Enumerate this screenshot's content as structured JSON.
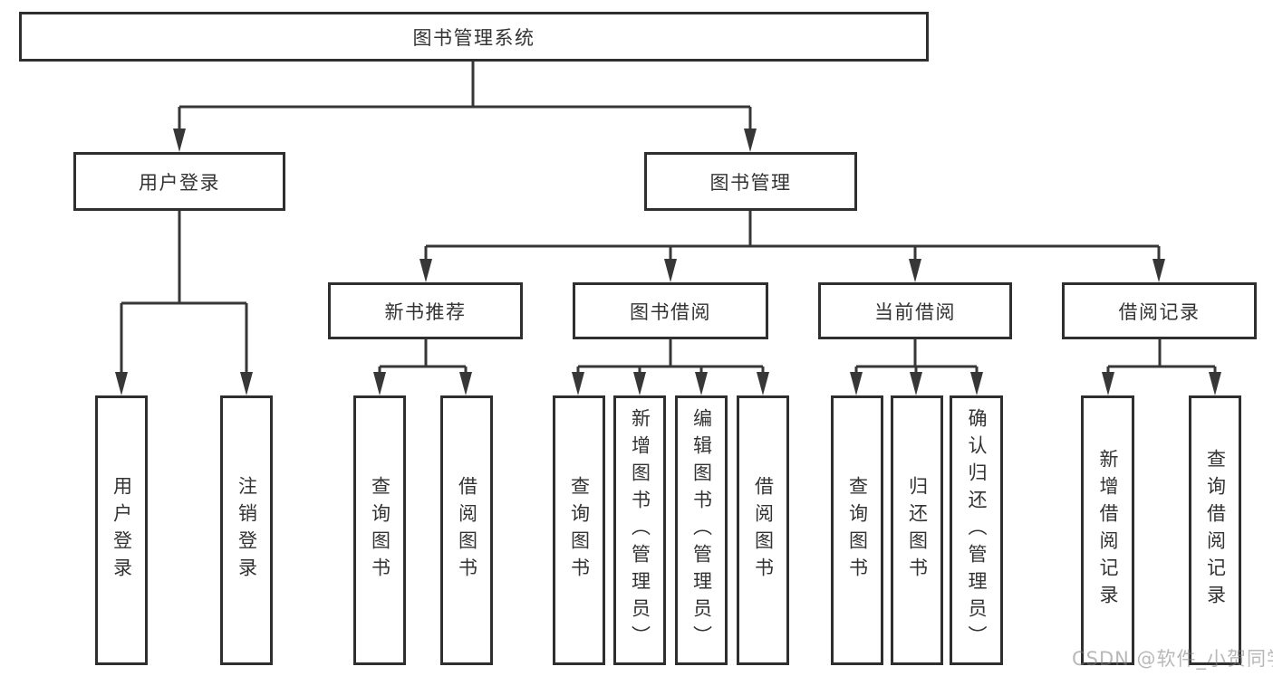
{
  "tree": {
    "root": "图书管理系统",
    "branches": [
      {
        "label": "用户登录",
        "children": [
          {
            "label": "用户登录"
          },
          {
            "label": "注销登录"
          }
        ]
      },
      {
        "label": "图书管理",
        "children": [
          {
            "label": "新书推荐",
            "children": [
              {
                "label": "查询图书"
              },
              {
                "label": "借阅图书"
              }
            ]
          },
          {
            "label": "图书借阅",
            "children": [
              {
                "label": "查询图书"
              },
              {
                "label": "新增图书（管理员）"
              },
              {
                "label": "编辑图书（管理员）"
              },
              {
                "label": "借阅图书"
              }
            ]
          },
          {
            "label": "当前借阅",
            "children": [
              {
                "label": "查询图书"
              },
              {
                "label": "归还图书"
              },
              {
                "label": "确认归还（管理员）"
              }
            ]
          },
          {
            "label": "借阅记录",
            "children": [
              {
                "label": "新增借阅记录"
              },
              {
                "label": "查询借阅记录"
              }
            ]
          }
        ]
      }
    ]
  },
  "watermark": "CSDN @软件_小贺同学",
  "colors": {
    "line": "#373737",
    "border": "#2f2f2f",
    "text": "#333333",
    "watermark_gray": "#7d7d7d",
    "background": "#ffffff"
  }
}
